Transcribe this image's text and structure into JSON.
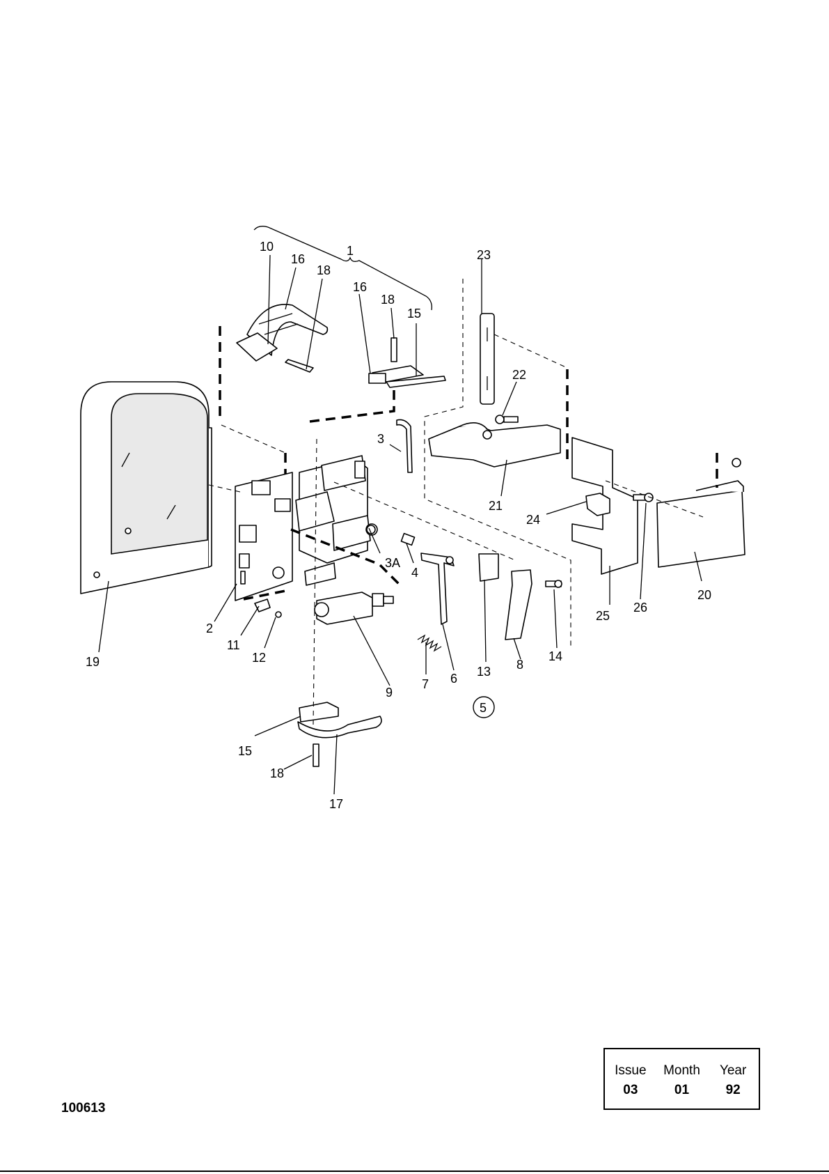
{
  "callouts": {
    "c1": "1",
    "c2": "2",
    "c3": "3",
    "c3a": "3A",
    "c4": "4",
    "c5": "5",
    "c6": "6",
    "c7": "7",
    "c8": "8",
    "c9": "9",
    "c10": "10",
    "c11": "11",
    "c12": "12",
    "c13": "13",
    "c14": "14",
    "c15a": "15",
    "c15b": "15",
    "c16a": "16",
    "c16b": "16",
    "c17": "17",
    "c18a": "18",
    "c18b": "18",
    "c18c": "18",
    "c19": "19",
    "c20": "20",
    "c21": "21",
    "c22": "22",
    "c23": "23",
    "c24": "24",
    "c25": "25",
    "c26": "26"
  },
  "drawing_number": "100613",
  "issue_box": {
    "labels": {
      "issue": "Issue",
      "month": "Month",
      "year": "Year"
    },
    "values": {
      "issue": "03",
      "month": "01",
      "year": "92"
    }
  }
}
